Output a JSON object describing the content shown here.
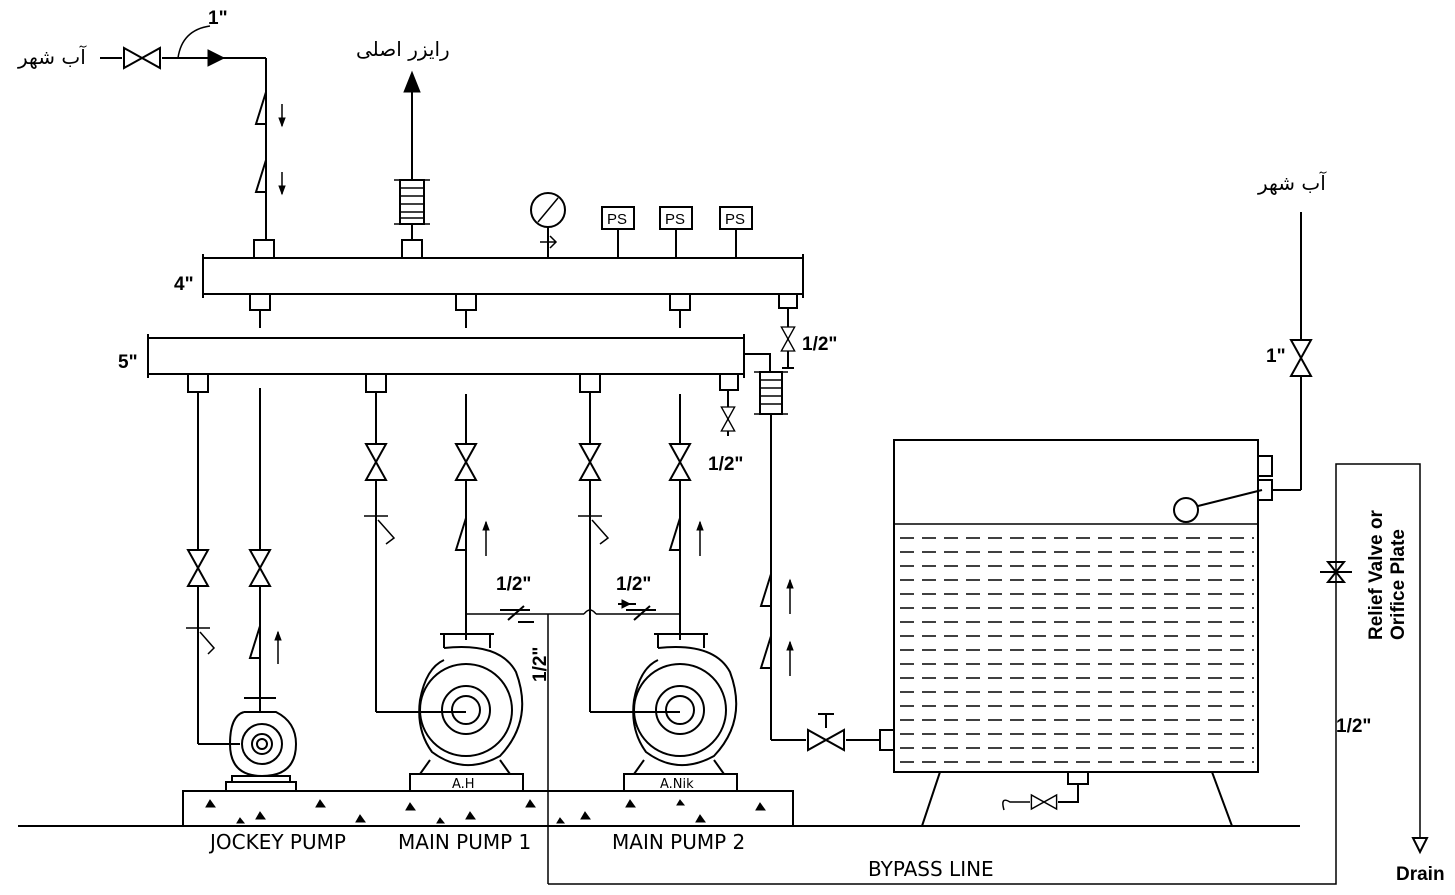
{
  "labels": {
    "city_water_left": "آب شهر",
    "city_water_right": "آب شهر",
    "main_riser": "رایزر اصلی",
    "size_1in_top": "1\"",
    "size_4in": "4\"",
    "size_5in": "5\"",
    "size_half_top": "1/2\"",
    "size_half_mid": "1/2\"",
    "size_half_pump1": "1/2\"",
    "size_half_pump2": "1/2\"",
    "size_half_vertical": "1/2\"",
    "size_1in_right": "1\"",
    "size_half_relief": "1/2\"",
    "relief_line1": "Relief Valve or",
    "relief_line2": "Orifice Plate",
    "ps1": "PS",
    "ps2": "PS",
    "ps3": "PS",
    "base_ah": "A.H",
    "base_anik": "A.Nik",
    "jockey_pump": "JOCKEY PUMP",
    "main_pump_1": "MAIN PUMP 1",
    "main_pump_2": "MAIN PUMP 2",
    "bypass_line": "BYPASS LINE",
    "drain": "Drain"
  }
}
